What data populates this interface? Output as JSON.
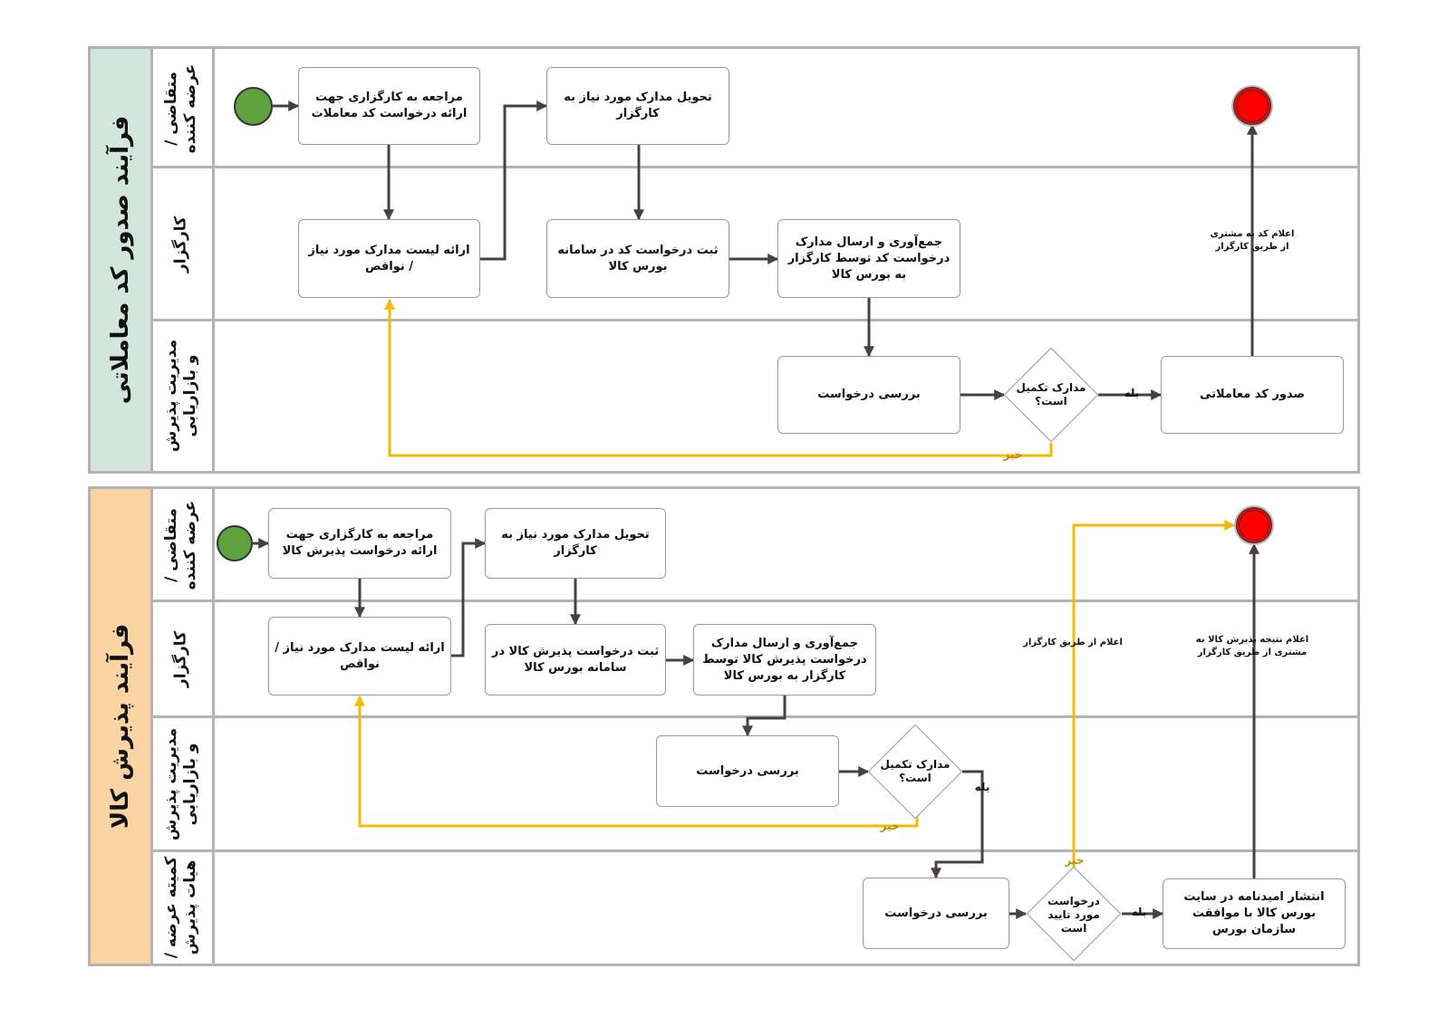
{
  "colors": {
    "pool1_fill": "#d2e6dd",
    "pool2_fill": "#fcd3a3",
    "flow": "#4a4040",
    "flow_alt": "#f5bb00",
    "start": "#5fa13d",
    "end": "#ff0000"
  },
  "pool1": {
    "title": "فرآیند صدور کد معاملاتی",
    "lanes": [
      "متقاضی / عرضه کننده",
      "کارگزار",
      "مدیریت پذیرش و بازاریابی"
    ],
    "tasks": {
      "t1": "مراجعه به کارگزاری جهت ارائه درخواست کد معاملات",
      "t2": "ارائه لیست مدارک مورد نیاز / نواقص",
      "t3": "تحویل مدارک مورد نیاز به کارگزار",
      "t4": "ثبت درخواست کد در سامانه بورس کالا",
      "t5": "جمع‌آوری و ارسال مدارک درخواست کد توسط کارگزار به بورس کالا",
      "t6": "بررسی درخواست",
      "t7": "صدور کد معاملاتی"
    },
    "gateway": "مدارک تکمیل است؟",
    "yes": "بله",
    "no": "خیر",
    "notify": "اعلام کد به مشتری از طریق کارگزار"
  },
  "pool2": {
    "title": "فرآیند پذیرش کالا",
    "lanes": [
      "متقاضی / عرضه کننده",
      "کارگزار",
      "مدیریت پذیرش و بازاریابی",
      "کمیته عرضه / هیات پذیرش"
    ],
    "tasks": {
      "t1": "مراجعه به کارگزاری جهت ارائه درخواست پذیرش کالا",
      "t2": "ارائه لیست مدارک مورد نیاز / نواقص",
      "t3": "تحویل مدارک مورد نیاز به کارگزار",
      "t4": "ثبت درخواست پذیرش کالا در سامانه بورس کالا",
      "t5": "جمع‌آوری و ارسال مدارک درخواست پذیرش کالا توسط کارگزار به بورس کالا",
      "t6": "بررسی درخواست",
      "t7": "بررسی درخواست",
      "t8": "انتشار امیدنامه در سایت بورس کالا با موافقت سازمان بورس"
    },
    "gateway1": "مدارک تکمیل است؟",
    "gateway2": "درخواست مورد تایید است",
    "yes1": "بله",
    "no1": "خیر",
    "yes2": "بله",
    "no2": "خیر",
    "notify_reject": "اعلام از طریق کارگزار",
    "notify_accept": "اعلام نتیجه پذیرش کالا به مشتری از طریق کارگزار"
  }
}
